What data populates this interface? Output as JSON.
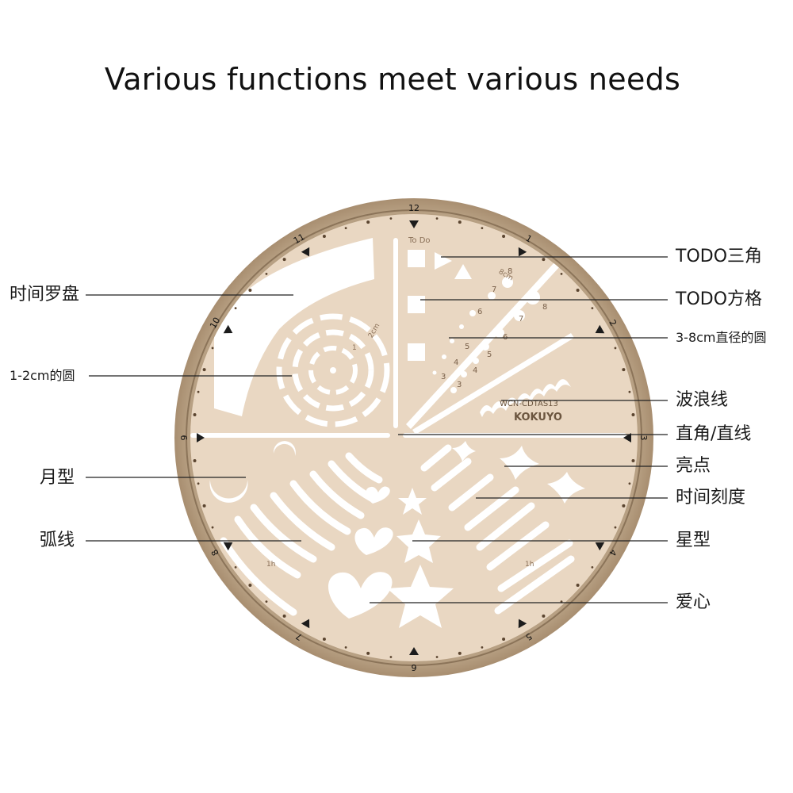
{
  "headline": "Various functions meet various needs",
  "ruler": {
    "hour_marks": [
      "1",
      "2",
      "3",
      "4",
      "5",
      "6",
      "7",
      "8",
      "9",
      "10",
      "11",
      "12"
    ],
    "brand": "KOKUYO",
    "model": "WCN-CDTAS13",
    "todo_header": "To Do",
    "radius_marks": {
      "two_cm": "2cm",
      "one_cm": "1",
      "eight_cm": "8cm",
      "one_hour_left": "1h",
      "one_hour_right": "1h"
    },
    "circle_sizes": [
      "3",
      "4",
      "5",
      "6",
      "7",
      "8"
    ],
    "colors": {
      "frame": "#b39a7c",
      "frame_dark": "#7d6448",
      "plate": "#e8d5c0",
      "cutout": "#ffffff"
    }
  },
  "callouts": {
    "left": [
      {
        "key": "compass",
        "text": "时间罗盘"
      },
      {
        "key": "circles12",
        "text": "1-2cm的圆"
      },
      {
        "key": "moon",
        "text": "月型"
      },
      {
        "key": "arc",
        "text": "弧线"
      }
    ],
    "right": [
      {
        "key": "todo_triangle",
        "text": "TODO三角"
      },
      {
        "key": "todo_square",
        "text": "TODO方格"
      },
      {
        "key": "circles38",
        "text": "3-8cm直径的圆"
      },
      {
        "key": "wave",
        "text": "波浪线"
      },
      {
        "key": "right_angle",
        "text": "直角/直线"
      },
      {
        "key": "sparkle",
        "text": "亮点"
      },
      {
        "key": "time_scale",
        "text": "时间刻度"
      },
      {
        "key": "star",
        "text": "星型"
      },
      {
        "key": "heart",
        "text": "爱心"
      }
    ]
  }
}
